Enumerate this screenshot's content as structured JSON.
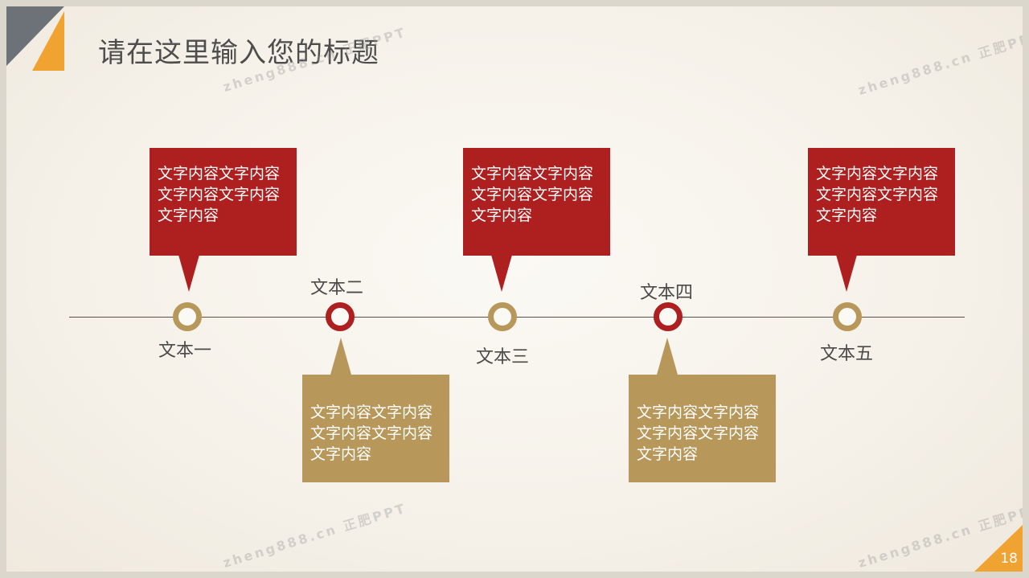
{
  "slide": {
    "title": "请在这里输入您的标题",
    "page_number": "18"
  },
  "colors": {
    "red": "#ae1f1f",
    "gold": "#b8975a",
    "corner_gray": "#6d7278",
    "corner_orange": "#f0a330"
  },
  "timeline": {
    "nodes": [
      {
        "label": "文本一",
        "style": "gold"
      },
      {
        "label": "文本二",
        "style": "red"
      },
      {
        "label": "文本三",
        "style": "gold"
      },
      {
        "label": "文本四",
        "style": "red"
      },
      {
        "label": "文本五",
        "style": "gold"
      }
    ],
    "callouts": [
      {
        "text": "文字内容文字内容文字内容文字内容文字内容",
        "style": "red"
      },
      {
        "text": "文字内容文字内容文字内容文字内容文字内容",
        "style": "gold"
      },
      {
        "text": "文字内容文字内容文字内容文字内容文字内容",
        "style": "red"
      },
      {
        "text": "文字内容文字内容文字内容文字内容文字内容",
        "style": "gold"
      },
      {
        "text": "文字内容文字内容文字内容文字内容文字内容",
        "style": "red"
      }
    ]
  },
  "watermark": {
    "text": "zheng888.cn 正肥PPT"
  }
}
